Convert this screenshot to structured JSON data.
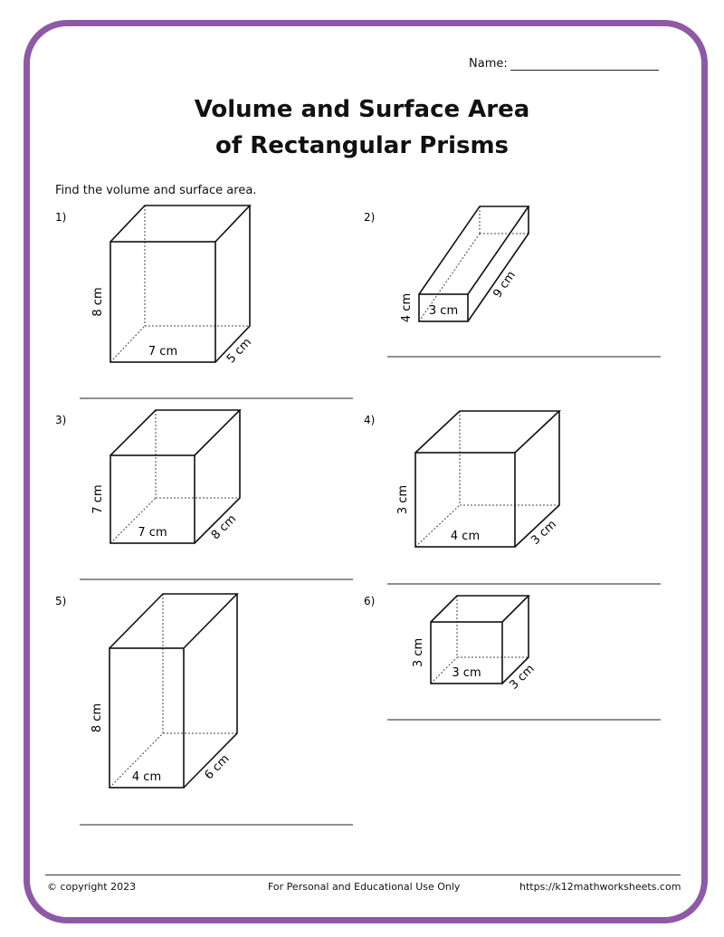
{
  "header": {
    "name_label": "Name:"
  },
  "title": {
    "line1": "Volume and Surface Area",
    "line2": "of Rectangular Prisms"
  },
  "instructions": "Find the volume and surface area.",
  "problems": [
    {
      "number": "1)",
      "height": "8 cm",
      "width": "7 cm",
      "depth": "5 cm"
    },
    {
      "number": "2)",
      "height": "4 cm",
      "width": "3 cm",
      "depth": "9 cm"
    },
    {
      "number": "3)",
      "height": "7 cm",
      "width": "7 cm",
      "depth": "8 cm"
    },
    {
      "number": "4)",
      "height": "3 cm",
      "width": "4 cm",
      "depth": "3 cm"
    },
    {
      "number": "5)",
      "height": "8 cm",
      "width": "4 cm",
      "depth": "6 cm"
    },
    {
      "number": "6)",
      "height": "3 cm",
      "width": "3 cm",
      "depth": "3 cm"
    }
  ],
  "footer": {
    "copyright": "© copyright 2023",
    "notice": "For Personal and Educational Use Only",
    "url": "https://k12mathworksheets.com"
  },
  "colors": {
    "border": "#8e59a5"
  }
}
